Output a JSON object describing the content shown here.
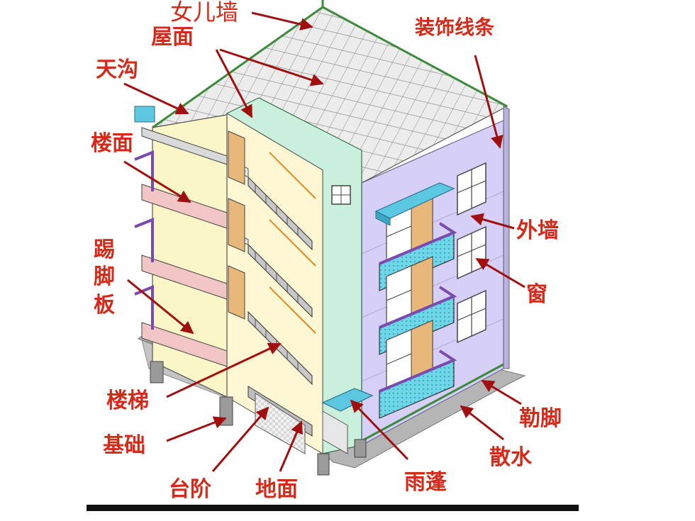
{
  "labels": {
    "parapet": "女儿墙",
    "roof": "屋面",
    "gutter": "天沟",
    "floor_slab": "楼面",
    "skirting_1": "踢",
    "skirting_2": "脚",
    "skirting_3": "板",
    "stairs": "楼梯",
    "foundation": "基础",
    "steps": "台阶",
    "ground": "地面",
    "canopy": "雨蓬",
    "plinth": "勒脚",
    "apron": "散水",
    "exterior_wall": "外墙",
    "window": "窗",
    "decorative_molding": "装饰线条"
  },
  "colors": {
    "label": "#d42a1a",
    "arrow": "#a01010",
    "exterior_wall": "#d6cff7",
    "stair_wall": "#c9f0dc",
    "roof_grid": "#9a9a9a",
    "roof_fill": "#e9e9e9",
    "balcony": "#6fd6e8",
    "interior": "#fbf6c8",
    "floor_slab": "#f3c6c6",
    "ground": "#b7b7b7",
    "molding": "#3c8a3c",
    "baseline": "#111111"
  }
}
